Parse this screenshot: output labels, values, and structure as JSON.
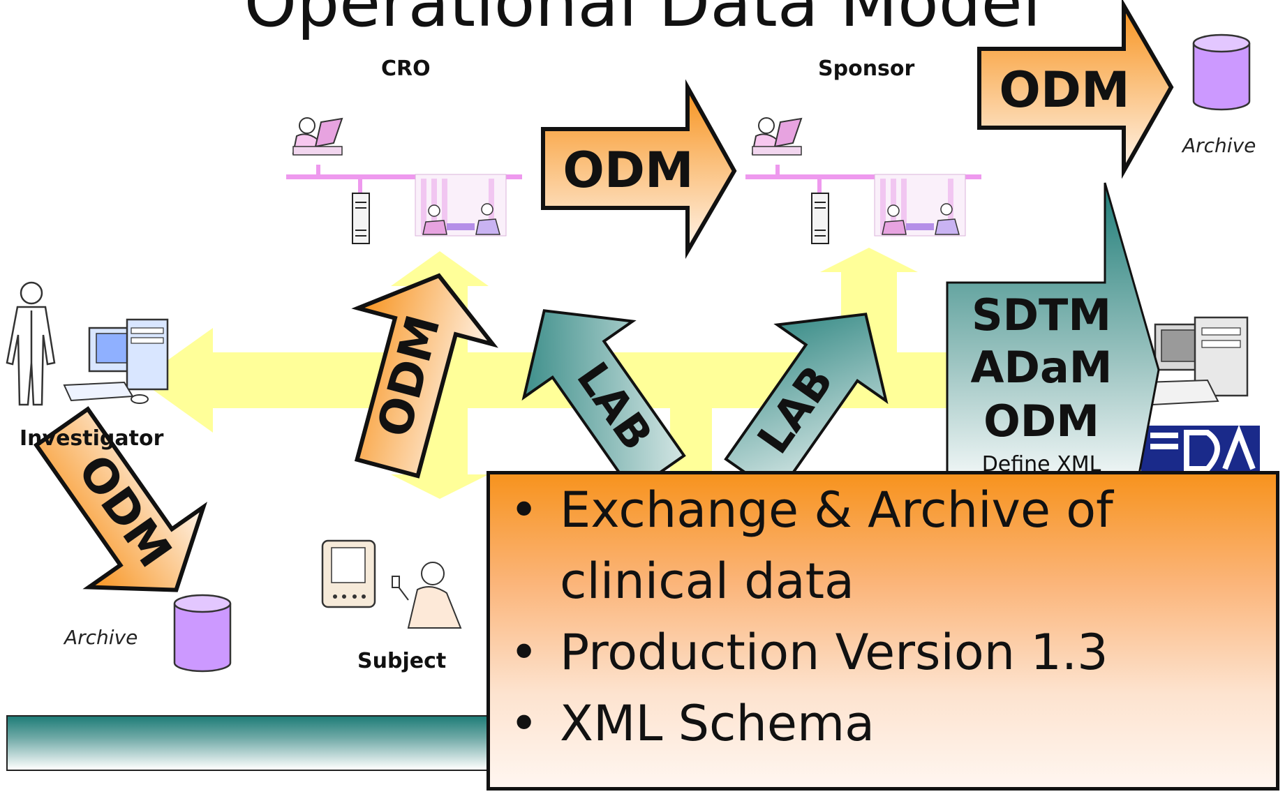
{
  "title": "Operational Data Model",
  "labels": {
    "cro": "CRO",
    "sponsor": "Sponsor",
    "investigator": "Investigator",
    "subject": "Subject",
    "archive_left": "Archive",
    "archive_right": "Archive"
  },
  "arrows": {
    "odm_cro_sponsor": "ODM",
    "odm_sponsor_archive": "ODM",
    "odm_investigator_cro": "ODM",
    "odm_investigator_archive": "ODM",
    "lab_cro": "LAB",
    "lab_sponsor": "LAB"
  },
  "submission_arrow": {
    "lines": [
      "SDTM",
      "ADaM",
      "ODM"
    ],
    "sub": "Define XML"
  },
  "bullets": [
    "Exchange & Archive of clinical data",
    "Production Version 1.3",
    "XML Schema"
  ],
  "colors": {
    "odm_orange": "#f7931e",
    "lab_teal": "#1f7d78",
    "archive_purple": "#cc99ff",
    "yellow": "#ffff99",
    "network_pink": "#ee99ee",
    "fda_blue": "#1a2a8a"
  }
}
